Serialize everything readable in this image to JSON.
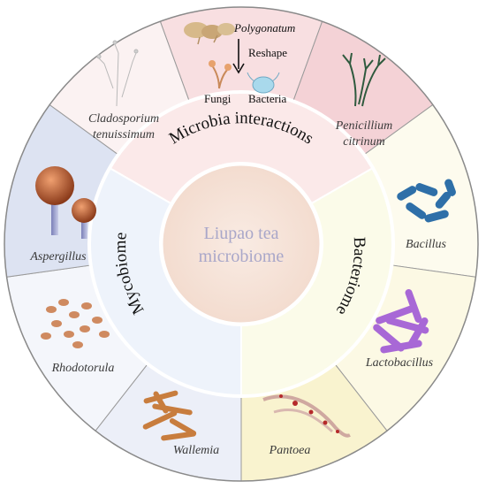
{
  "center": {
    "line1": "Liupao tea",
    "line2": "microbiome"
  },
  "sections": {
    "top": "Microbia interactions",
    "left": "Mycobiome",
    "right": "Bacteriome"
  },
  "interaction": {
    "polygonatum": "Polygonatum",
    "reshape": "Reshape",
    "fungi": "Fungi",
    "bacteria": "Bacteria"
  },
  "organisms": {
    "cladosporium": [
      "Cladosporium",
      "tenuissimum"
    ],
    "penicillium": [
      "Penicillium",
      "citrinum"
    ],
    "aspergillus": "Aspergillus",
    "bacillus": "Bacillus",
    "rhodotorula": "Rhodotorula",
    "lactobacillus": "Lactobacillus",
    "wallemia": "Wallemia",
    "pantoea": "Pantoea"
  },
  "colors": {
    "center_fill": "#f6e2d8",
    "top_band": "#fbe9e9",
    "left_band": "#eef3fb",
    "right_band": "#fbfbe9",
    "pink_segment": "#f6d8dc",
    "blue_segment": "#dfe5f4",
    "yellow_segment": "#fbf6d4"
  }
}
